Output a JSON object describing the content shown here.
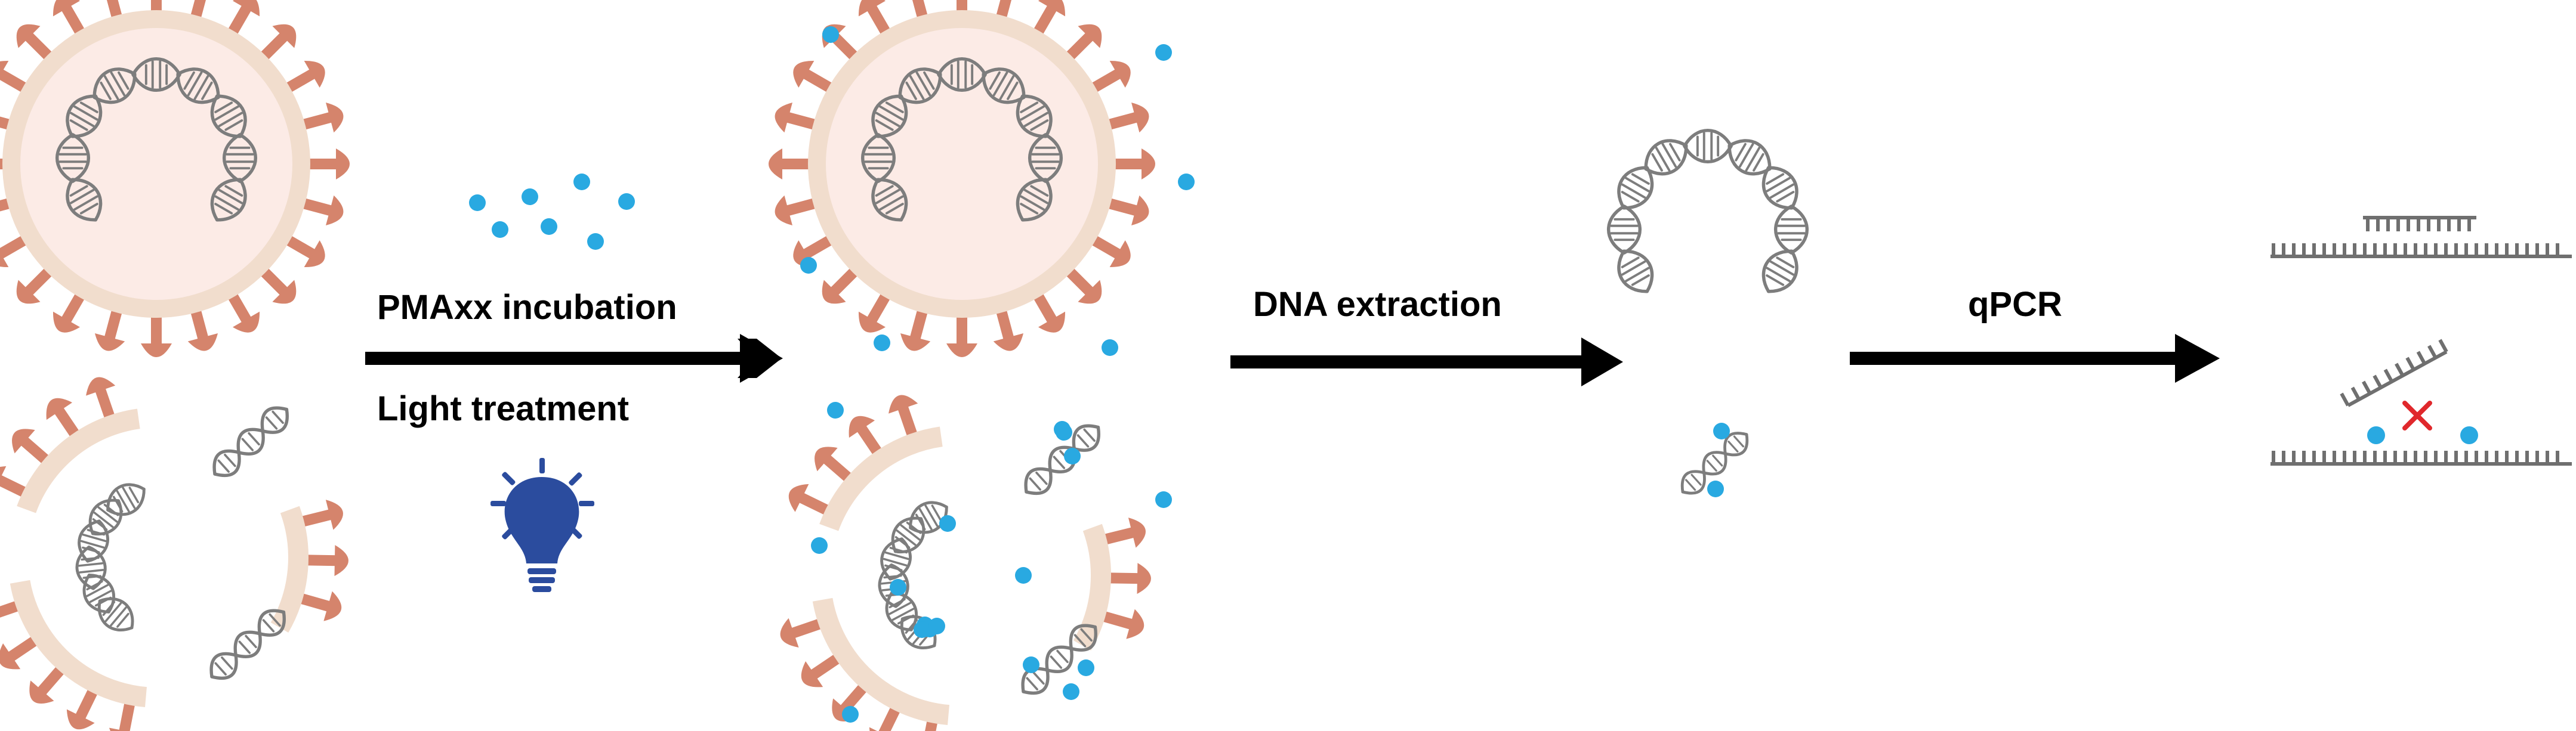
{
  "steps": {
    "step1_label_top": "PMAxx incubation",
    "step1_label_bottom": "Light treatment",
    "step2_label": "DNA extraction",
    "step3_label": "qPCR"
  },
  "icons": {
    "light": "light-bulb-icon",
    "blocked": "red-x-icon"
  },
  "colors": {
    "capsid_fill": "#fcebe6",
    "capsid_ring": "#f1ddcd",
    "spike": "#d5846c",
    "dna": "#7d7d7d",
    "pma_dot": "#29a9e1",
    "arrow": "#000000",
    "bulb": "#2b4c9e",
    "block_x": "#e0282c",
    "primer": "#6f6f6f"
  }
}
